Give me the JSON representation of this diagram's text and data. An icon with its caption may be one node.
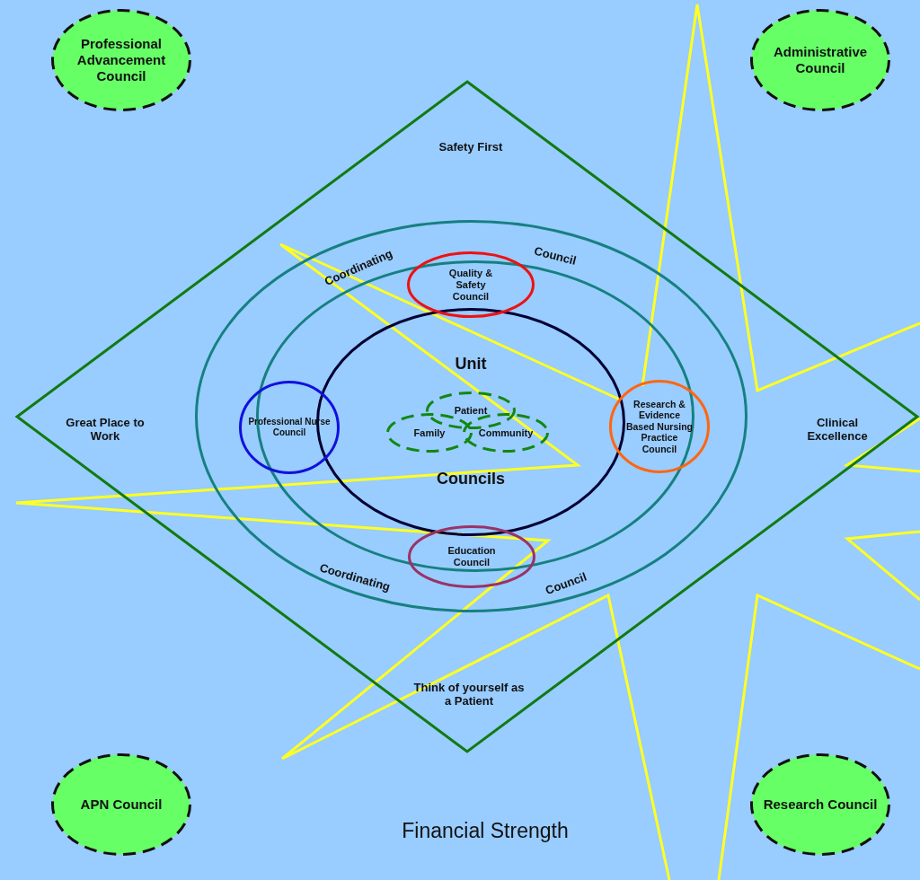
{
  "diagram": {
    "nodes": [
      {
        "text": [
          "Professional Advancement Council"
        ]
      },
      {
        "text": [
          "Administrative Council"
        ]
      },
      {
        "text": [
          "Safety First",
          "Great Place to Work",
          "Clinical Excellence",
          "Think of yourself as a Patient"
        ]
      },
      {
        "text": [
          "Coordinating",
          "Council",
          "Coordinating",
          "Council"
        ],
        "in": 2
      },
      {
        "text": [],
        "shape": "circle",
        "in": 3
      },
      {
        "text": [
          "Unit",
          "Councils"
        ],
        "in": 4
      },
      {
        "text": [
          "Patient"
        ],
        "in": 5
      },
      {
        "text": [
          "Family"
        ],
        "in": 5
      },
      {
        "text": [
          "Community"
        ],
        "in": 5
      },
      {
        "text": [
          "Quality & Safety Council"
        ],
        "in": 3
      },
      {
        "text": [
          "Professional Nurse Council"
        ],
        "in": 3
      },
      {
        "text": [
          "Research & Evidence Based Nursing Practice Council"
        ],
        "in": 3
      },
      {
        "text": [
          "Education Council"
        ],
        "in": 3
      },
      {
        "text": [
          "APN Council"
        ]
      },
      {
        "text": [
          "Research Council"
        ]
      }
    ],
    "labels": [
      "Financial Strength"
    ]
  }
}
